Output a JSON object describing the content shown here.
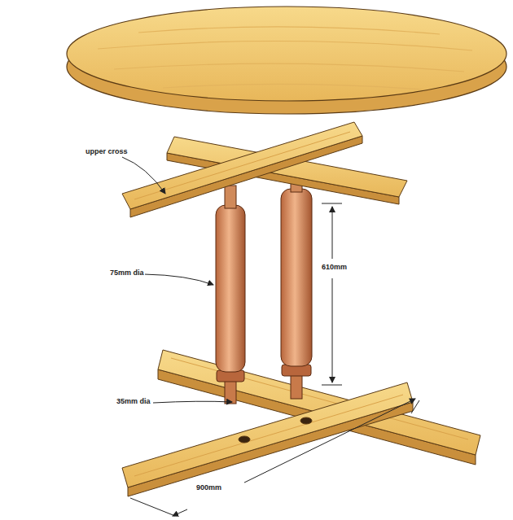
{
  "diagram": {
    "labels": [
      "upper cross",
      "75mm dia",
      "610mm",
      "35mm dia",
      "900mm"
    ]
  }
}
